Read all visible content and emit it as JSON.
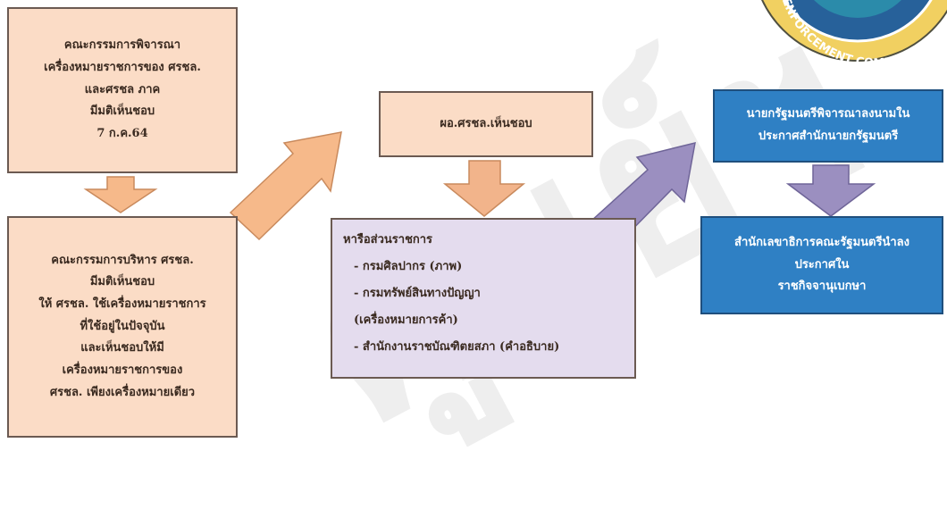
{
  "boxes": {
    "committee": [
      "คณะกรรมการพิจารณา",
      "เครื่องหมายราชการของ ศรชล.",
      "และศรชล ภาค",
      "มีมติเห็นชอบ",
      "7 ก.ค.64"
    ],
    "exec": [
      "คณะกรรมการบริหาร ศรชล.",
      "มีมติเห็นชอบ",
      "ให้ ศรชล. ใช้เครื่องหมายราชการ",
      "ที่ใช้อยู่ในปัจจุบัน",
      "และเห็นชอบให้มี",
      "เครื่องหมายราชการของ",
      "ศรชล. เพียงเครื่องหมายเดียว"
    ],
    "director": [
      "ผอ.ศรชล.เห็นชอบ"
    ],
    "agencies": {
      "head": "หารือส่วนราชการ",
      "items": [
        "- กรมศิลปากร (ภาพ)",
        "- กรมทรัพย์สินทางปัญญา",
        "(เครื่องหมายการค้า)",
        "- สำนักงานราชบัณฑิตยสภา (คำอธิบาย)"
      ]
    },
    "pm": [
      "นายกรัฐมนตรีพิจารณาลงนามใน",
      "ประกาศสำนักนายกรัฐมนตรี"
    ],
    "cabinet": [
      "สำนักเลขาธิการคณะรัฐมนตรีนำลง",
      "ประกาศใน",
      "ราชกิจจานุเบกษา"
    ]
  },
  "seal_text": "TIME ENFORCEMENT COMMAN",
  "watermark": "ศูนย์ฯ",
  "colors": {
    "peach": "#fbdcc6",
    "lavender": "#e4dcee",
    "blue": "#2f80c4",
    "arrow_orange": "#f6b98a",
    "arrow_purple": "#9b8fc0"
  }
}
